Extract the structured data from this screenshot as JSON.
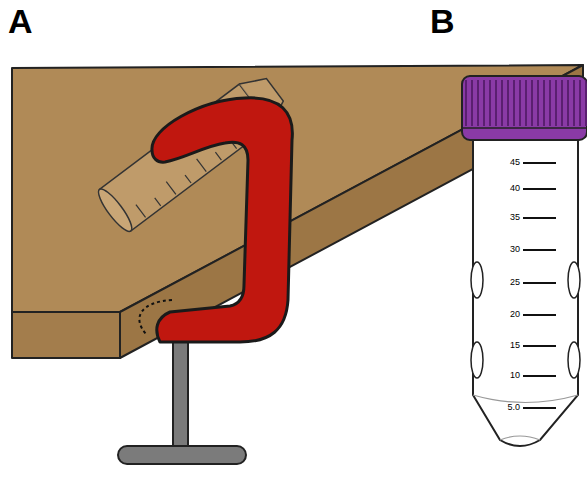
{
  "diagram": {
    "labels": [
      "A",
      "B",
      "45",
      "40",
      "35",
      "30",
      "25",
      "20",
      "15",
      "10",
      "5.0"
    ]
  }
}
